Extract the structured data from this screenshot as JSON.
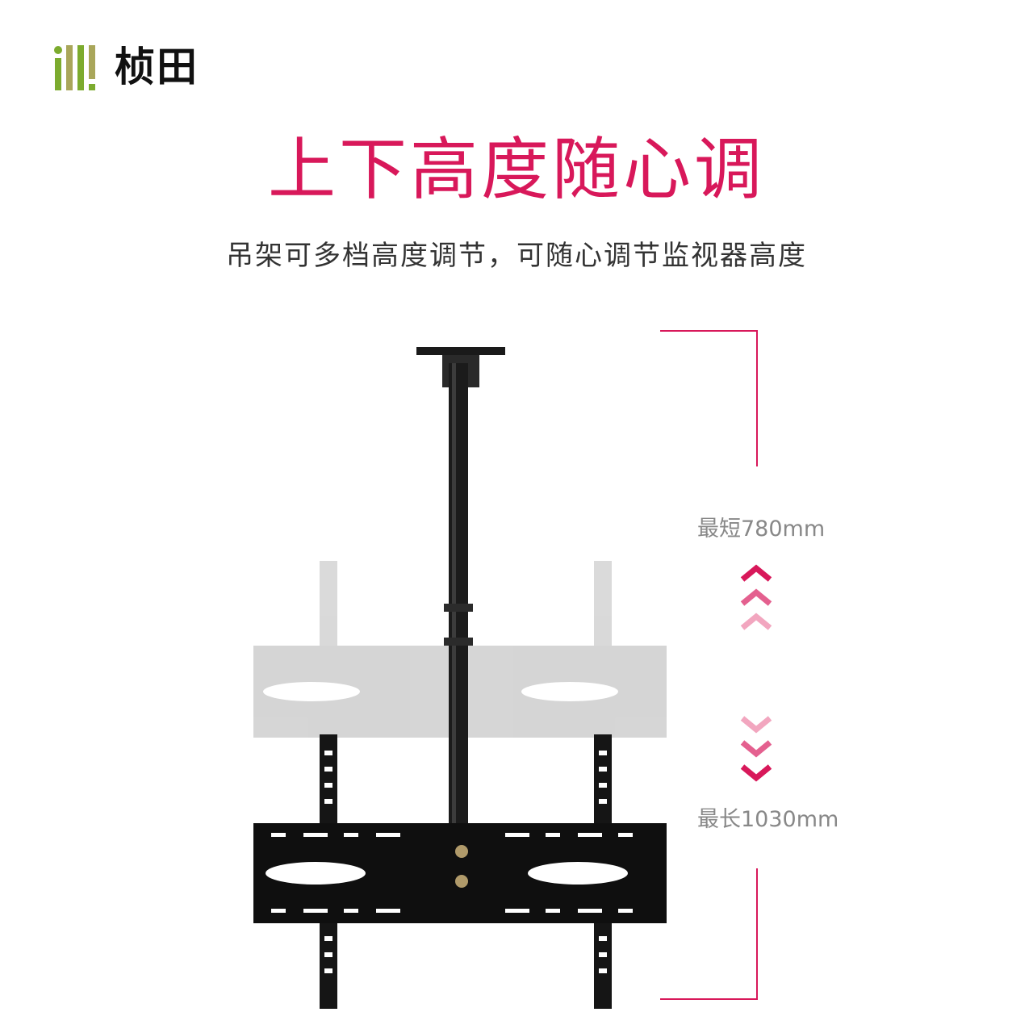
{
  "brand": {
    "name": "桢田",
    "logo_icon": "illl-bars-logo"
  },
  "headline": "上下高度随心调",
  "subtitle": "吊架可多档高度调节，可随心调节监视器高度",
  "measurements": {
    "min_label": "最短780mm",
    "max_label": "最长1030mm"
  },
  "colors": {
    "accent": "#d8185a",
    "accent_light": "#f2a6bf",
    "logo_green": "#7cab2e",
    "logo_olive": "#a9a65a"
  }
}
